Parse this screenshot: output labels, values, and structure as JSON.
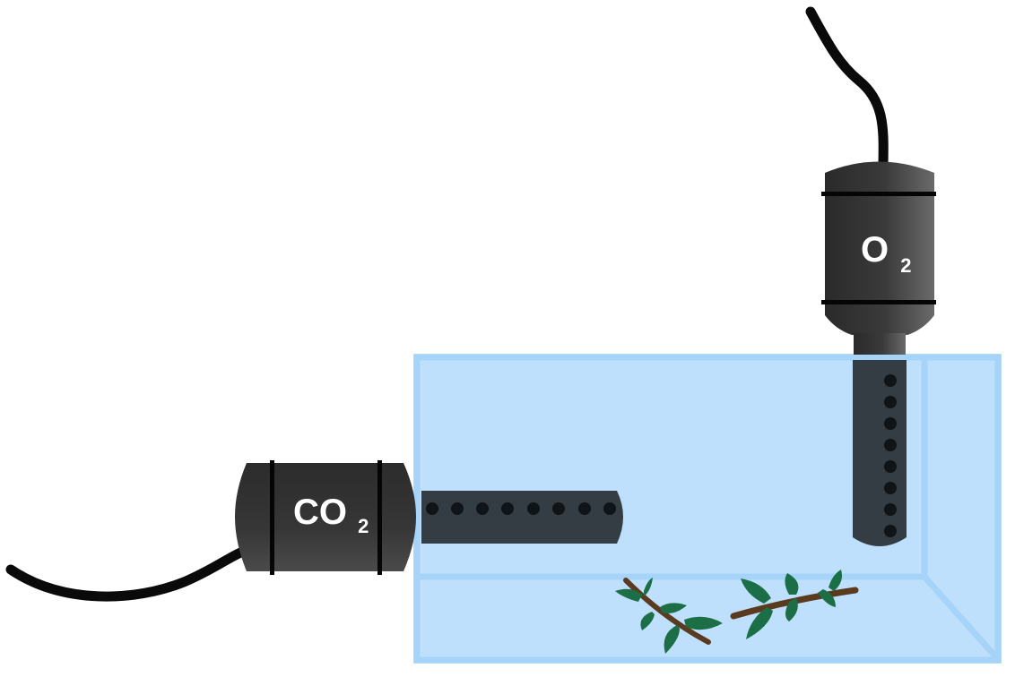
{
  "sensors": {
    "co2": {
      "label_main": "CO",
      "label_sub": "2"
    },
    "o2": {
      "label_main": "O",
      "label_sub": "2"
    }
  },
  "colors": {
    "sensor_body": "#2f2f2f",
    "sensor_probe": "#343d44",
    "probe_holes": "#0e1418",
    "cable": "#0a0a0a",
    "tank_water": "#bfe0fc",
    "tank_frame": "#a6d4f8",
    "tank_inner_line": "#9ccaf2",
    "plant_stem": "#5a3b20",
    "plant_leaf": "#1b6e45"
  }
}
